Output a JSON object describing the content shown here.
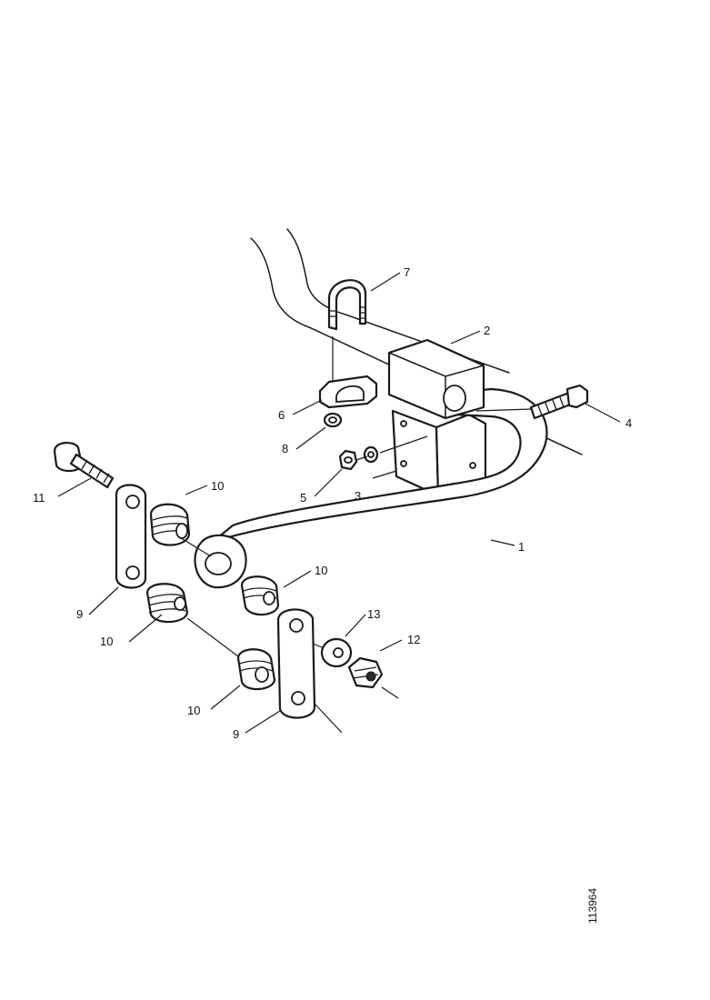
{
  "diagram": {
    "reference_number": "113964",
    "callouts": {
      "c1": "1",
      "c2": "2",
      "c3": "3",
      "c4": "4",
      "c5": "5",
      "c6": "6",
      "c7": "7",
      "c8": "8",
      "c9a": "9",
      "c9b": "9",
      "c10a": "10",
      "c10b": "10",
      "c10c": "10",
      "c10d": "10",
      "c11": "11",
      "c12": "12",
      "c13": "13"
    }
  }
}
